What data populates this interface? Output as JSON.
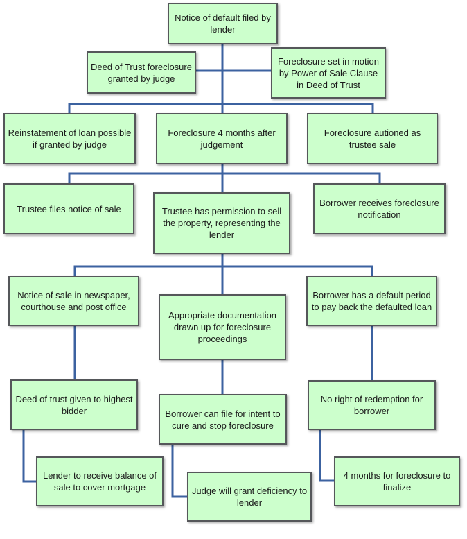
{
  "colors": {
    "box_fill": "#ccffcc",
    "box_border": "#55575a",
    "connector": "#3c62a0"
  },
  "nodes": {
    "n1": "Notice of default filed by lender",
    "n2": "Deed of Trust foreclosure granted by judge",
    "n3": "Foreclosure set in motion by Power of Sale Clause in Deed of Trust",
    "n4": "Reinstatement of loan possible if granted by judge",
    "n5": "Foreclosure 4 months after judgement",
    "n6": "Foreclosure autioned as trustee sale",
    "n7": "Trustee files notice of sale",
    "n8": "Trustee has permission to sell the property, representing the lender",
    "n9": "Borrower receives foreclosure notification",
    "n10": "Notice of sale in newspaper, courthouse  and post office",
    "n11": "Appropriate documentation drawn up for foreclosure proceedings",
    "n12": "Borrower has a default period to pay back the defaulted loan",
    "n13": "Deed of trust given to highest bidder",
    "n14": "Borrower can file for intent to cure and stop foreclosure",
    "n15": "No right of redemption for borrower",
    "n16": "Lender to receive balance of sale to cover mortgage",
    "n17": "Judge will grant deficiency to  lender",
    "n18": "4 months for foreclosure to finalize"
  }
}
